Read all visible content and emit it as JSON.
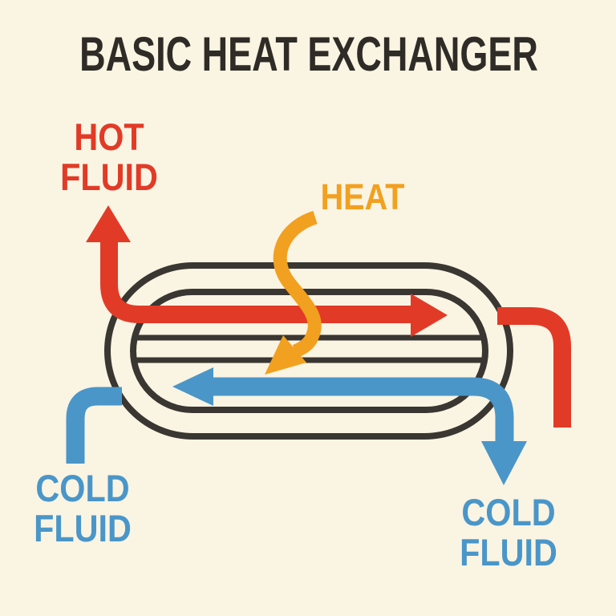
{
  "title": "BASIC HEAT EXCHANGER",
  "labels": {
    "hot_fluid": "HOT\nFLUID",
    "heat": "HEAT",
    "cold_fluid_left": "COLD\nFLUID",
    "cold_fluid_right": "COLD\nFLUID"
  },
  "colors": {
    "background": "#faf4e3",
    "outline": "#3a3631",
    "hot": "#e13b27",
    "cold": "#4a96c8",
    "heat": "#f2a01f",
    "title_text": "#2f2b26"
  }
}
